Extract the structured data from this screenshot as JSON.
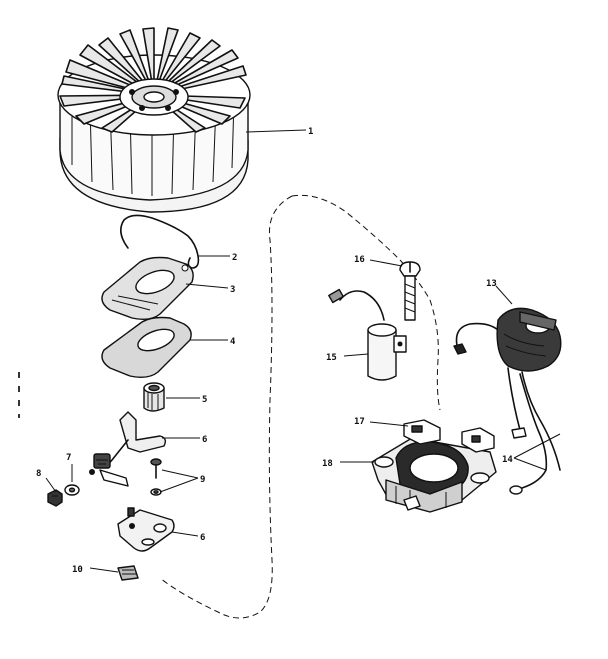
{
  "callouts": {
    "c1": "1",
    "c2": "2",
    "c3": "3",
    "c4": "4",
    "c5": "5",
    "c6": "6",
    "c7": "7",
    "c8": "8",
    "c9": "9",
    "c6b": "6",
    "c10": "10",
    "c13": "13",
    "c14": "14",
    "c15": "15",
    "c16": "16",
    "c17": "17",
    "c18": "18"
  }
}
